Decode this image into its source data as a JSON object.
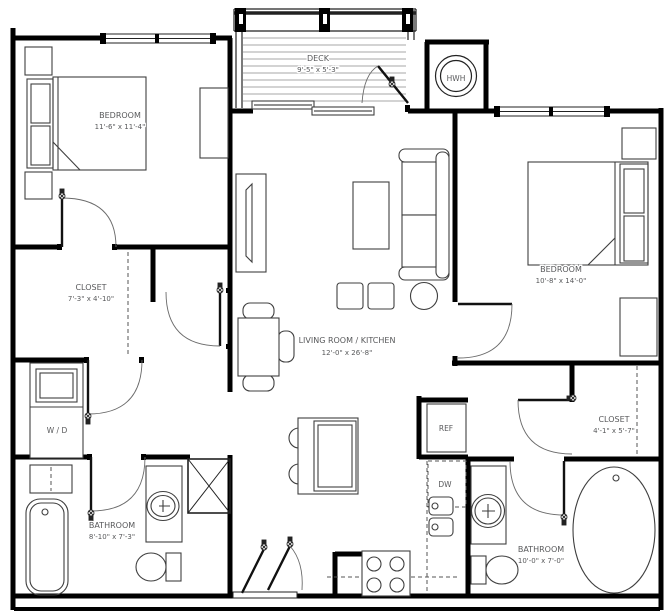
{
  "drawing": {
    "type": "apartment-floor-plan",
    "rooms": {
      "deck": {
        "name": "DECK",
        "dims": "9'-5\" x 5'-3\""
      },
      "bedroom_left": {
        "name": "BEDROOM",
        "dims": "11'-6\" x 11'-4\""
      },
      "closet_left": {
        "name": "CLOSET",
        "dims": "7'-3\" x 4'-10\""
      },
      "living_kitchen": {
        "name": "LIVING ROOM / KITCHEN",
        "dims": "12'-0\" x 26'-8\""
      },
      "bedroom_right": {
        "name": "BEDROOM",
        "dims": "10'-8\" x 14'-0\""
      },
      "closet_right": {
        "name": "CLOSET",
        "dims": "4'-1\" x 5'-7\""
      },
      "bathroom_left": {
        "name": "BATHROOM",
        "dims": "8'-10\" x 7'-3\""
      },
      "bathroom_right": {
        "name": "BATHROOM",
        "dims": "10'-0\" x 7'-0\""
      }
    },
    "appliances": {
      "water_heater": {
        "label": "HWH"
      },
      "washer_dryer": {
        "label": "W / D"
      },
      "refrigerator": {
        "label": "REF"
      },
      "dishwasher": {
        "label": "DW"
      }
    },
    "colors": {
      "wall": "#000000",
      "fixture": "#3f3f3f",
      "label": "#58595b",
      "background": "#ffffff"
    }
  }
}
